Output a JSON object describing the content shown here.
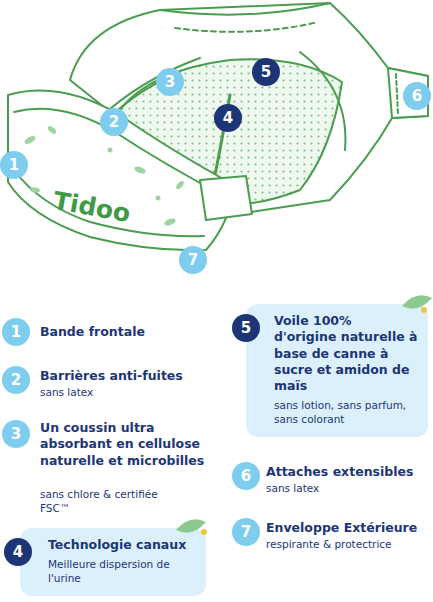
{
  "diagram": {
    "nodes": [
      {
        "text": [
          "1"
        ]
      },
      {
        "text": [
          "2"
        ]
      },
      {
        "text": [
          "3"
        ]
      },
      {
        "text": [
          "4"
        ]
      },
      {
        "text": [
          "5"
        ]
      },
      {
        "text": [
          "6"
        ]
      },
      {
        "text": [
          "7"
        ]
      },
      {
        "text": [
          "1"
        ]
      },
      {
        "text": [
          "2"
        ]
      },
      {
        "text": [
          "3"
        ]
      },
      {
        "text": [
          "Technologie canaux",
          "Meilleure dispersion de l'urine"
        ]
      },
      {
        "text": [
          "4"
        ]
      },
      {
        "text": [
          "Voile 100% d'origine naturelle à base de canne à sucre et amidon de maïs",
          "sans lotion, sans parfum, sans colorant"
        ]
      },
      {
        "text": [
          "5"
        ]
      },
      {
        "text": [
          "6"
        ]
      },
      {
        "text": [
          "7"
        ]
      }
    ],
    "labels": [
      "Tidoo",
      "Bande frontale",
      "Barrières anti-fuites",
      "sans latex",
      "Un coussin ultra absorbant en cellulose naturelle et microbilles",
      "sans chlore & certifiée FSC™",
      "Attaches extensibles",
      "sans latex",
      "Enveloppe Extérieure",
      "respirante & protectrice"
    ]
  }
}
